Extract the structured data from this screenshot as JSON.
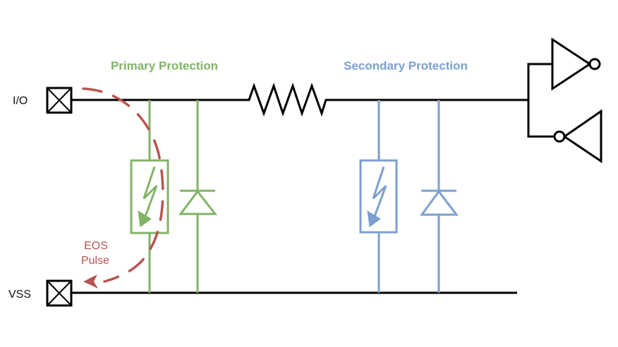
{
  "diagram": {
    "type": "ESD protection circuit schematic",
    "colors": {
      "wire": "#000000",
      "primary": "#82b366",
      "secondary": "#7c9fd0",
      "eos": "#b85450"
    },
    "pins": [
      {
        "id": "io",
        "label": "I/O",
        "icon": "pad-x-icon"
      },
      {
        "id": "vss",
        "label": "VSS",
        "icon": "pad-x-icon"
      }
    ],
    "groups": [
      {
        "id": "primary",
        "title": "Primary Protection",
        "components": [
          "surge-protector",
          "diode"
        ]
      },
      {
        "id": "secondary",
        "title": "Secondary Protection",
        "components": [
          "surge-protector",
          "diode"
        ]
      }
    ],
    "series_element": "resistor",
    "load": [
      "inverter",
      "inverter"
    ],
    "annotation": {
      "line1": "EOS",
      "line2": "Pulse",
      "style": "dashed arrow"
    }
  }
}
